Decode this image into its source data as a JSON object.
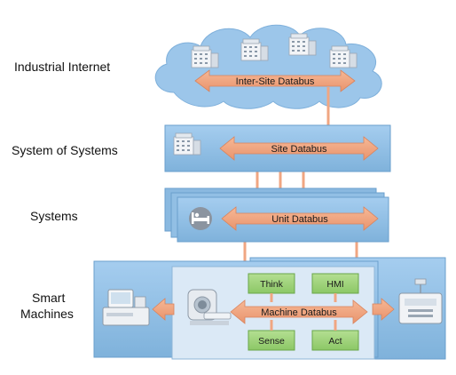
{
  "tiers": {
    "internet": "Industrial Internet",
    "sos": "System of Systems",
    "systems": "Systems",
    "smart_line1": "Smart",
    "smart_line2": "Machines"
  },
  "buses": {
    "inter_site": "Inter-Site Databus",
    "site": "Site Databus",
    "unit": "Unit Databus",
    "machine": "Machine Databus"
  },
  "functions": {
    "think": "Think",
    "hmi": "HMI",
    "sense": "Sense",
    "act": "Act"
  },
  "icons": {
    "cloud": "cloud-icon",
    "building": "building-icon",
    "bed": "hospital-bed-icon",
    "monitor": "patient-monitor-icon",
    "scanner": "mri-scanner-icon",
    "pump": "infusion-pump-icon"
  },
  "colors": {
    "panel": "#8fbde2",
    "panel_edge": "#6a9fcc",
    "cloud": "#9cc6ea",
    "bus": "#f0a682",
    "bus_edge": "#d9835c",
    "func_box": "#9fd27a",
    "func_edge": "#6aa64a",
    "inner_panel": "#dbe9f6"
  }
}
